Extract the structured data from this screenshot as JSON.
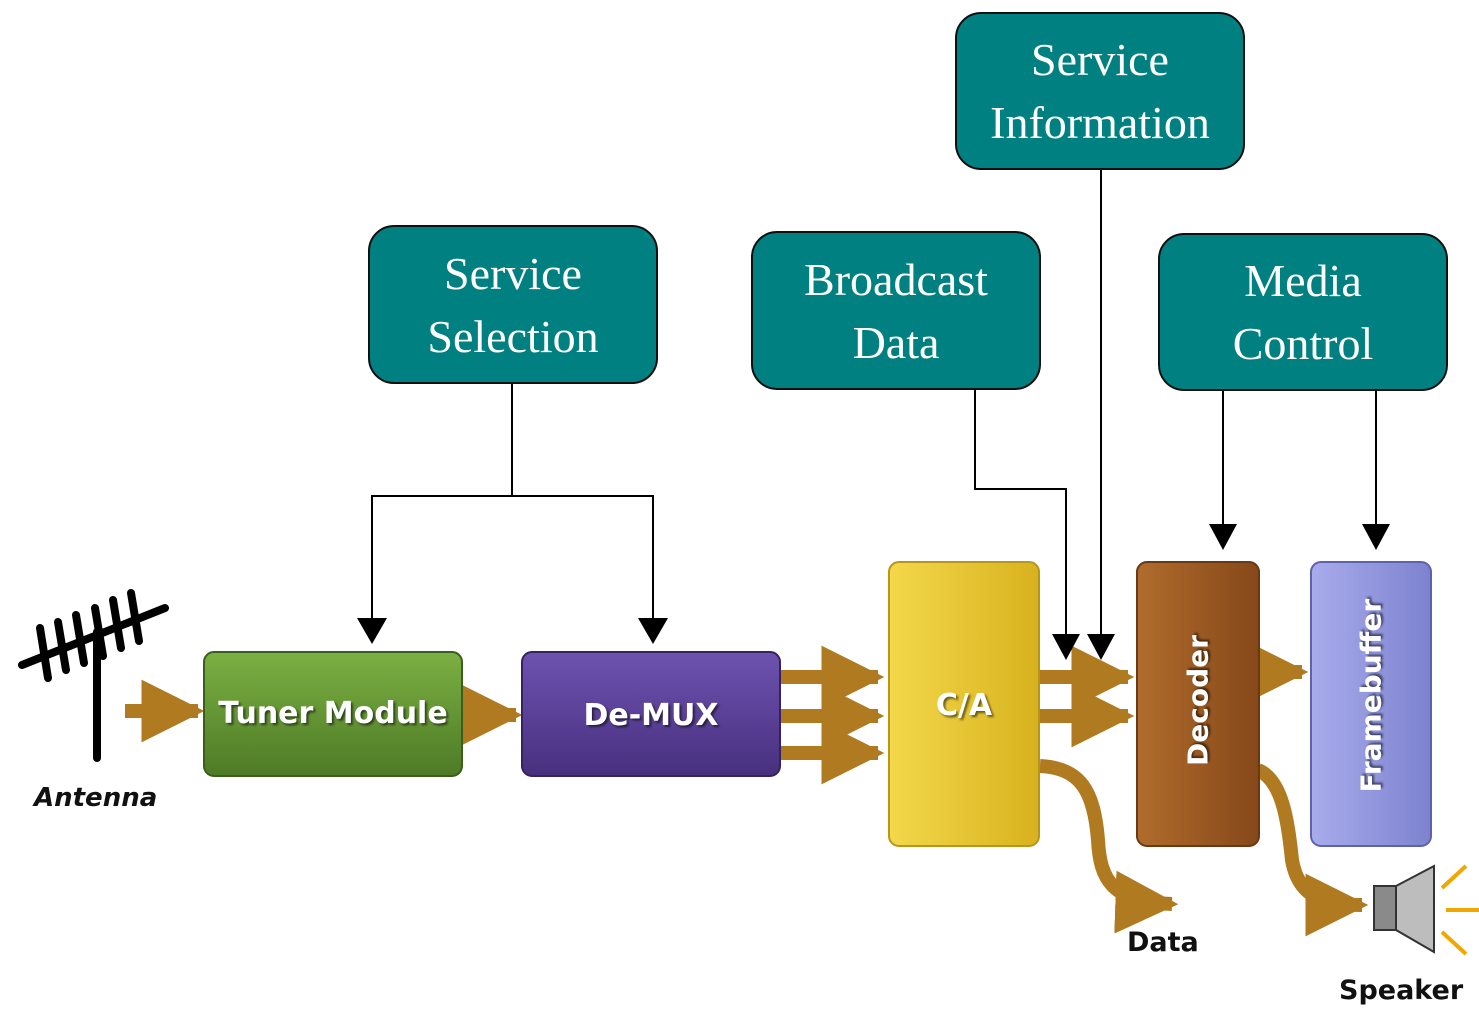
{
  "callouts": {
    "service_selection": {
      "line1": "Service",
      "line2": "Selection"
    },
    "broadcast_data": {
      "line1": "Broadcast",
      "line2": "Data"
    },
    "service_information": {
      "line1": "Service",
      "line2": "Information"
    },
    "media_control": {
      "line1": "Media",
      "line2": "Control"
    }
  },
  "blocks": {
    "tuner": "Tuner Module",
    "demux": "De-MUX",
    "ca": "C/A",
    "decoder": "Decoder",
    "framebuffer": "Framebuffer"
  },
  "captions": {
    "antenna": "Antenna",
    "data": "Data",
    "speaker": "Speaker"
  },
  "colors": {
    "callout_fill": "#008080",
    "tuner": "#5f8f30",
    "demux": "#5a3c98",
    "ca": "#e6c42a",
    "decoder": "#9a5a22",
    "framebuffer": "#8f93dc",
    "flow_arrow": "#b07a20"
  }
}
